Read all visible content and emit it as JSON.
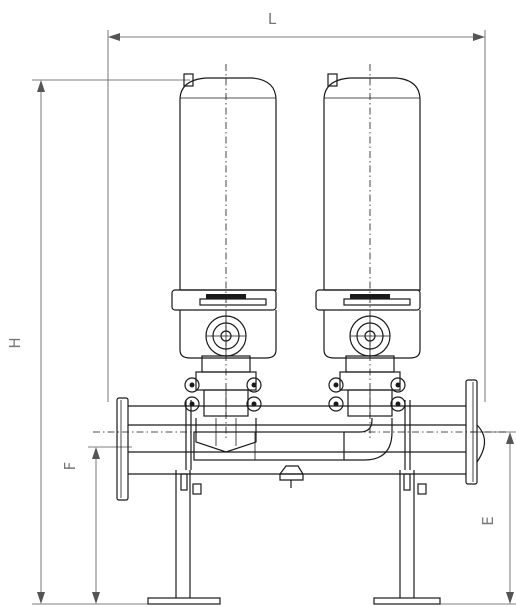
{
  "dimensions": {
    "L": "L",
    "H": "H",
    "F": "F",
    "E": "E"
  },
  "colors": {
    "line": "#1a1a1a",
    "dimension": "#555555",
    "label": "#777777",
    "background": "#ffffff"
  }
}
